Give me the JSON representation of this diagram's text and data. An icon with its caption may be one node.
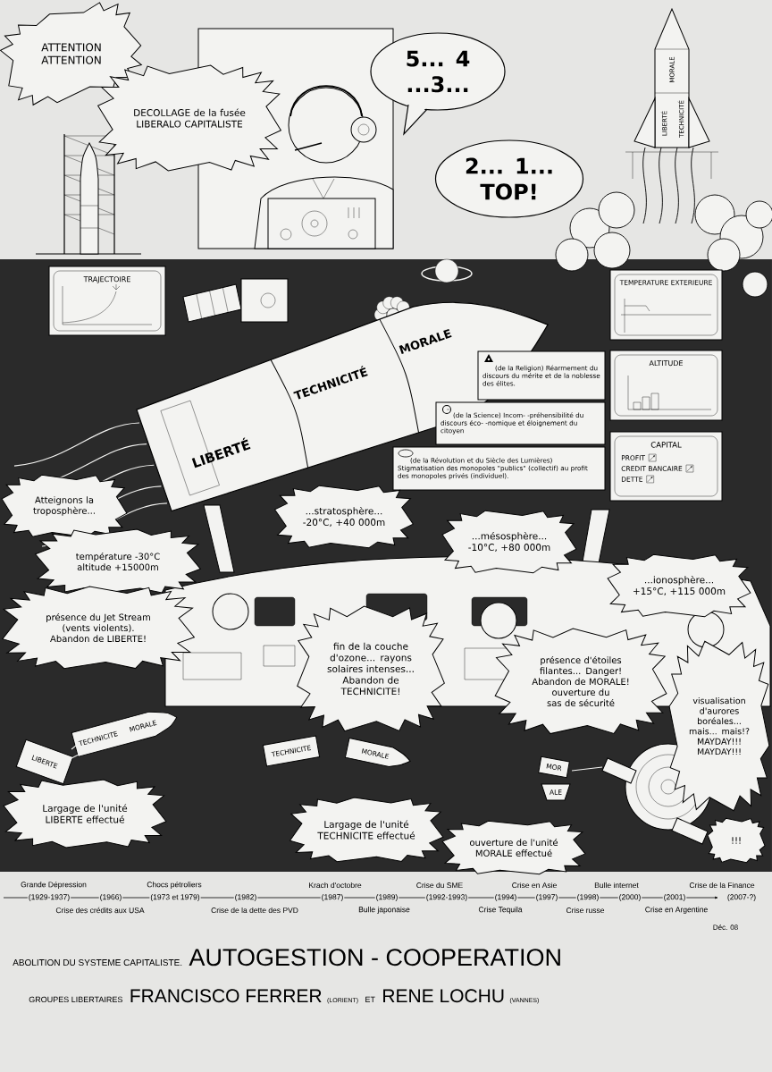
{
  "diagram": {
    "nodes": [
      {
        "text": [
          "ATTENTION ATTENTION"
        ]
      },
      {
        "text": [
          "DECOLLAGE de la fusée LIBERALO CAPITALISTE"
        ]
      },
      {
        "text": [
          "5... 4 ...3..."
        ]
      },
      {
        "text": [
          "2... 1... TOP!"
        ]
      },
      {
        "text": [
          "TRAJECTOIRE"
        ]
      },
      {
        "text": [
          "TEMPERATURE EXTERIEURE"
        ]
      },
      {
        "text": [
          "ALTITUDE"
        ]
      },
      {
        "text": [
          "CAPITAL",
          "PROFIT",
          "CREDIT BANCAIRE",
          "DETTE"
        ]
      },
      {
        "text": [
          "(de la Religion) Réarmement du discours du mérite et de la noblesse des élites."
        ]
      },
      {
        "text": [
          "(de la Science) Incom- -préhensibilité du discours éco- -nomique et éloignement du citoyen"
        ]
      },
      {
        "text": [
          "(de la Révolution et du Siècle des Lumières) Stigmatisation des monopoles \"publics\" (collectif) au profit des monopoles privés (individuel)."
        ]
      },
      {
        "text": [
          "Atteignons la troposphère..."
        ]
      },
      {
        "text": [
          "température -30°C altitude +15000m"
        ]
      },
      {
        "text": [
          "présence du Jet Stream (vents violents). Abandon de LIBERTE!"
        ]
      },
      {
        "text": [
          "...stratosphère... -20°C, +40 000m"
        ]
      },
      {
        "text": [
          "...mésosphère... -10°C, +80 000m"
        ]
      },
      {
        "text": [
          "...ionosphère... +15°C, +115 000m"
        ]
      },
      {
        "text": [
          "fin de la couche d'ozone... rayons solaires intenses... Abandon de TECHNICITE!"
        ]
      },
      {
        "text": [
          "présence d'étoiles filantes... Danger! Abandon de MORALE! ouverture du sas de sécurité"
        ]
      },
      {
        "text": [
          "visualisation d'aurores boréales... mais... mais!? MAYDAY!!! MAYDAY!!!"
        ]
      },
      {
        "text": [
          "Largage de l'unité LIBERTE effectué"
        ]
      },
      {
        "text": [
          "Largage de l'unité TECHNICITE effectué"
        ]
      },
      {
        "text": [
          "ouverture de l'unité MORALE effectué"
        ]
      },
      {
        "text": [
          "!!!"
        ]
      }
    ],
    "labels": [
      "MORALE",
      "TECHNICITÉ",
      "LIBERTÉ",
      "LIBERTÉ",
      "TECHNICITÉ",
      "MORALE",
      "TECHNICITE",
      "MORALE",
      "LIBERTE",
      "TECHNICITE",
      "MORALE",
      "MOR",
      "ALE",
      "Grande Dépression",
      "Chocs pétroliers",
      "Krach d'octobre",
      "Crise du SME",
      "Crise en Asie",
      "Bulle internet",
      "Crise de la Finance",
      "(1929-1937)",
      "(1966)",
      "(1973 et 1979)",
      "(1982)",
      "(1987)",
      "(1989)",
      "(1992-1993)",
      "(1994)",
      "(1997)",
      "(1998)",
      "(2000)",
      "(2001)",
      "(2007-?)",
      "Crise des crédits aux USA",
      "Crise de la dette des PVD",
      "Bulle japonaise",
      "Crise Tequila",
      "Crise russe",
      "Crise en Argentine",
      "Déc. 08",
      "ABOLITION DU SYSTEME CAPITALISTE.",
      "AUTOGESTION - COOPERATION",
      "GROUPES LIBERTAIRES",
      "FRANCISCO FERRER",
      "(LORIENT)",
      "ET",
      "RENE LOCHU",
      "(VANNES)"
    ]
  }
}
